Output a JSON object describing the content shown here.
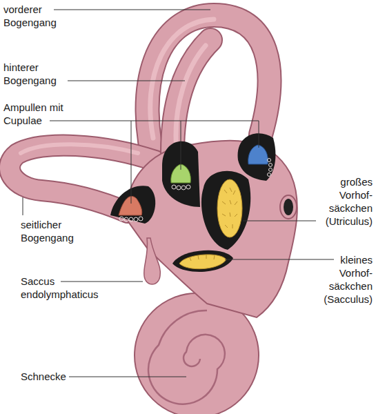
{
  "diagram": {
    "labels": [
      "vorderer Bogengang",
      "hinterer Bogengang",
      "Ampullen mit Cupulae",
      "seitlicher Bogengang",
      "Saccus endolymphaticus",
      "Schnecke",
      "großes Vorhof- säckchen (Utriculus)",
      "kleines Vorhof- säckchen (Sacculus)"
    ]
  }
}
